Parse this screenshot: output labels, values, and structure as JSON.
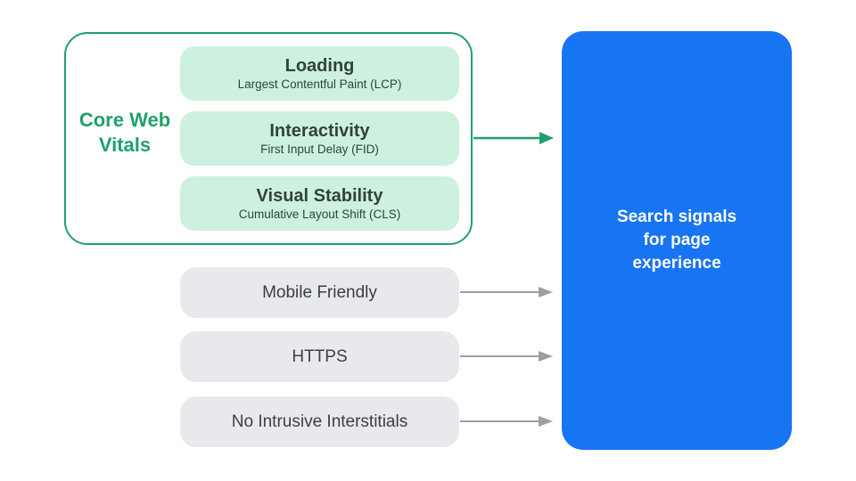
{
  "diagram": {
    "core_web_vitals": {
      "label": "Core Web Vitals",
      "items": [
        {
          "title": "Loading",
          "subtitle": "Largest Contentful Paint (LCP)"
        },
        {
          "title": "Interactivity",
          "subtitle": "First Input Delay (FID)"
        },
        {
          "title": "Visual Stability",
          "subtitle": "Cumulative Layout Shift (CLS)"
        }
      ]
    },
    "other_signals": [
      {
        "label": "Mobile Friendly"
      },
      {
        "label": "HTTPS"
      },
      {
        "label": "No Intrusive Interstitials"
      }
    ],
    "result": {
      "lines": [
        "Search signals",
        "for page",
        "experience"
      ]
    }
  },
  "colors": {
    "green": "#20A06C",
    "green_light": "#CEF0DE",
    "green_pill_text": "#2E443C",
    "gray_pill": "#E8E9EC",
    "gray_text": "#3C4043",
    "arrow_gray": "#9AA0A6",
    "blue": "#1774F3",
    "result_text": "#FFFFFF"
  }
}
